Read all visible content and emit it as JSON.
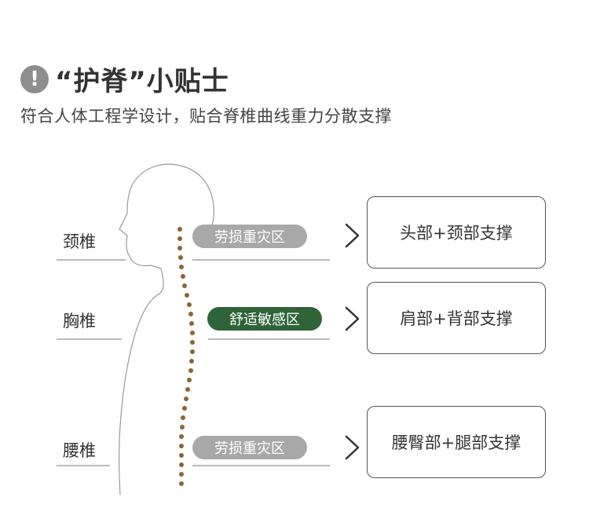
{
  "header": {
    "icon": "exclamation-icon",
    "title": "“护脊”小贴士",
    "subtitle": "符合人体工程学设计，贴合脊椎曲线重力分散支撑"
  },
  "colors": {
    "gray_pill": "#a8a8a8",
    "green_pill": "#2e6437",
    "spine_dots": "#8a6535",
    "line": "#555555"
  },
  "sections": [
    {
      "label": "颈椎",
      "zone": "劳损重灾区",
      "zone_style": "gray",
      "support": "头部+颈部支撑"
    },
    {
      "label": "胸椎",
      "zone": "舒适敏感区",
      "zone_style": "green",
      "support": "肩部+背部支撑"
    },
    {
      "label": "腰椎",
      "zone": "劳损重灾区",
      "zone_style": "gray",
      "support": "腰臀部+腿部支撑"
    }
  ]
}
